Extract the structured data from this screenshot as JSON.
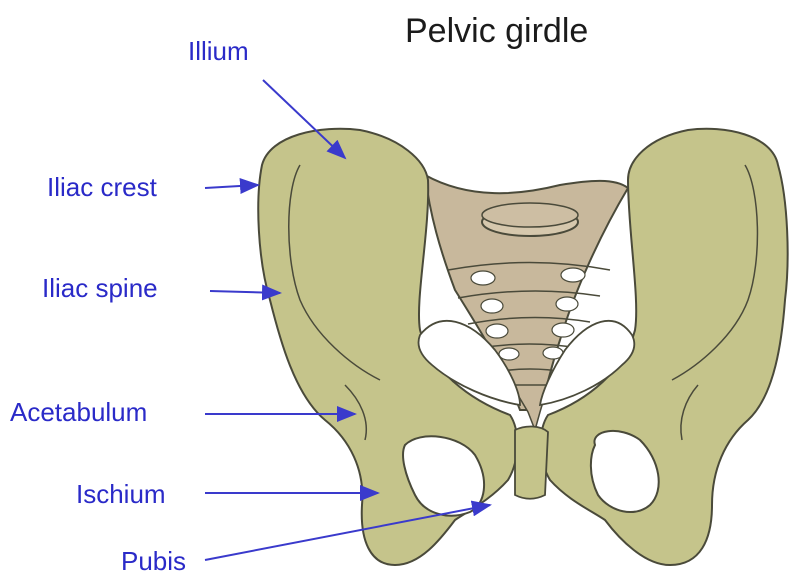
{
  "title": "Pelvic girdle",
  "labels": {
    "ilium": "Illium",
    "iliac_crest": "Iliac crest",
    "iliac_spine": "Iliac spine",
    "acetabulum": "Acetabulum",
    "ischium": "Ischium",
    "pubis": "Pubis"
  },
  "colors": {
    "bone": "#c5c48b",
    "sacrum": "#c8b89c",
    "outline": "#4a4a3a",
    "label": "#2a2ac8",
    "arrow": "#3a3acc"
  }
}
